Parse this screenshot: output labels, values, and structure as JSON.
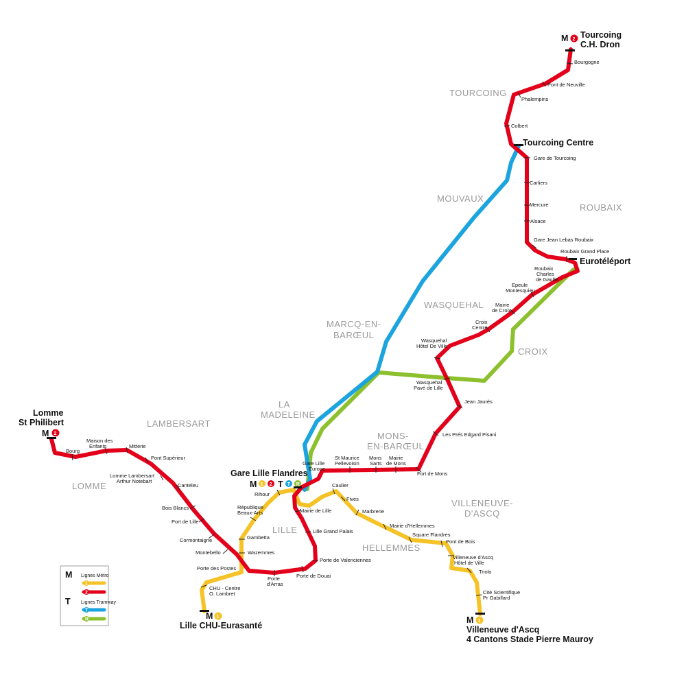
{
  "colors": {
    "metro1": "#F5C327",
    "metro2": "#E2001A",
    "tramT": "#1BA4DE",
    "tramR": "#8DC02E"
  },
  "lines": [
    {
      "id": "m1",
      "name": "1",
      "color": "#F5C327"
    },
    {
      "id": "m2",
      "name": "2",
      "color": "#E2001A"
    },
    {
      "id": "T",
      "name": "T",
      "color": "#1BA4DE"
    },
    {
      "id": "R",
      "name": "R",
      "color": "#8DC02E"
    }
  ],
  "districts": {
    "tourcoing": "TOURCOING",
    "mouvaux": "MOUVAUX",
    "roubaix": "ROUBAIX",
    "wasquehal": "WASQUEHAL",
    "marcq1": "MARCQ-EN-",
    "marcq2": "BARŒUL",
    "croix": "CROIX",
    "la": "LA",
    "madeleine": "MADELEINE",
    "lambersart": "LAMBERSART",
    "mons1": "MONS-",
    "mons2": "EN-BARŒUL",
    "lomme": "LOMME",
    "villeneuve1": "VILLENEUVE-",
    "villeneuve2": "D'ASCQ",
    "lille": "LILLE",
    "hellemmes": "HELLEMMES"
  },
  "terminals": {
    "tourcoing_dron_1": "Tourcoing",
    "tourcoing_dron_2": "C.H. Dron",
    "tourcoing_centre": "Tourcoing Centre",
    "euroteleport": "Eurotéléport",
    "lomme_1": "Lomme",
    "lomme_2": "St Philibert",
    "gare_flandres": "Gare Lille Flandres",
    "chu": "Lille CHU-Eurasanté",
    "villeneuve_1": "Villeneuve d'Ascq",
    "villeneuve_2": "4 Cantons Stade Pierre Mauroy"
  },
  "stations": {
    "bourgogne": "Bourgogne",
    "pont_neuville": "Pont de Neuville",
    "phalempins": "Phalempins",
    "colbert": "Colbert",
    "gare_tourcoing": "Gare de Tourcoing",
    "carliers": "Carliers",
    "mercure": "Mercure",
    "alsace": "Alsace",
    "gare_lebas": "Gare Jean Lebas Roubaix",
    "roubaix_gp": "Roubaix Grand Place",
    "charles_1": "Roubaix",
    "charles_2": "Charles",
    "charles_3": "de Gaulle",
    "epeule_1": "Epeule",
    "epeule_2": "Montesquieu",
    "mairie_croix_1": "Mairie",
    "mairie_croix_2": "de Croix",
    "croix_centre_1": "Croix",
    "croix_centre_2": "Centre",
    "wasq_hdv_1": "Wasquehal",
    "wasq_hdv_2": "Hôtel De Ville",
    "wasq_pave_1": "Wasquehal",
    "wasq_pave_2": "Pavé de Lille",
    "jean_jaures": "Jean Jaurès",
    "pres_pisani": "Les Prés Edgard Pisani",
    "fort_mons": "Fort de Mons",
    "mairie_mons_1": "Mairie",
    "mairie_mons_2": "de Mons",
    "mons_sarts_1": "Mons",
    "mons_sarts_2": "Sarts",
    "pellevoisin_1": "St Maurice",
    "pellevoisin_2": "Pellevoisin",
    "gle_1": "Gare Lille",
    "gle_2": "Europe",
    "bourg": "Bourg",
    "maison_1": "Maison des",
    "maison_2": "Enfants",
    "mitterie": "Mitterie",
    "pont_sup": "Pont Supérieur",
    "lambersart_1": "Lomme Lambersart",
    "lambersart_2": "Arthur Notebart",
    "canteleu": "Canteleu",
    "bois_blancs": "Bois Blancs",
    "port_lille": "Port de Lille",
    "cormontaigne": "Cormontaigne",
    "montebello": "Montebello",
    "porte_postes": "Porte des Postes",
    "porte_arras_1": "Porte",
    "porte_arras_2": "d'Arras",
    "porte_douai": "Porte de Douai",
    "porte_valenciennes": "Porte de Valenciennes",
    "grand_palais": "Lille Grand Palais",
    "mairie_lille": "Mairie de Lille",
    "rihour": "Rihour",
    "republique_1": "République",
    "republique_2": "Beaux-Arts",
    "gambetta": "Gambetta",
    "wazemmes": "Wazemmes",
    "chu_centre_1": "CHU - Centre",
    "chu_centre_2": "O. Lambret",
    "caulier": "Caulier",
    "fives": "Fives",
    "marbrerie": "Marbrerie",
    "mairie_hellemmes": "Mairie d'Hellemmes",
    "square_flandres": "Square Flandres",
    "pont_bois": "Pont de Bois",
    "vhdv_1": "Villeneuve d'Ascq",
    "vhdv_2": "Hôtel de Ville",
    "triolo": "Triolo",
    "cite_1": "Cité Scientifique",
    "cite_2": "Pr Gabillard"
  },
  "badges": {
    "metro_symbol": "M",
    "tram_symbol": "T"
  },
  "legend": {
    "metro_title": "Lignes Métro",
    "tram_title": "Lignes Tramway",
    "items": [
      {
        "label": "1",
        "color": "#F5C327"
      },
      {
        "label": "2",
        "color": "#E2001A"
      },
      {
        "label": "T",
        "color": "#1BA4DE"
      },
      {
        "label": "R",
        "color": "#8DC02E"
      }
    ]
  }
}
